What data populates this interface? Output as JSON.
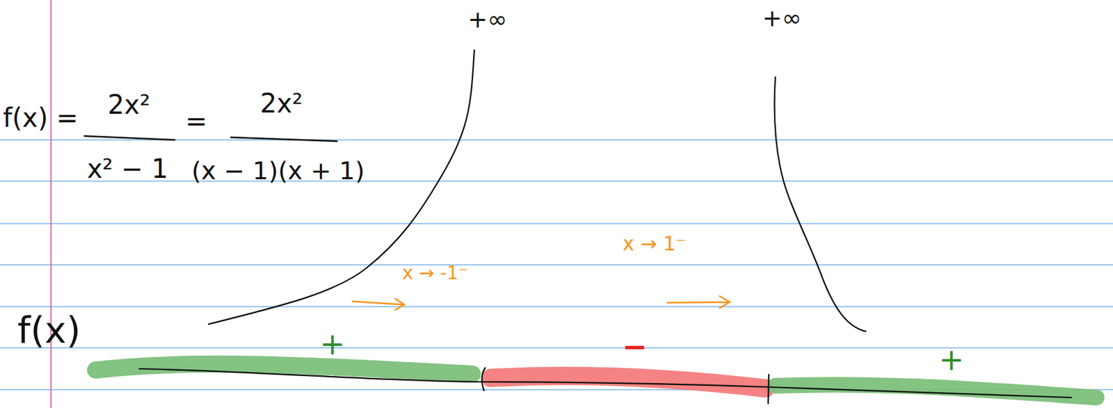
{
  "diagram": {
    "labels": [
      "f(x) =",
      "2x²",
      "x² − 1",
      "=",
      "2x²",
      "(x − 1)(x + 1)",
      "+∞",
      "+∞",
      "x → -1⁻",
      "x → 1⁻",
      "f(x)",
      "+",
      "−",
      "+"
    ]
  }
}
